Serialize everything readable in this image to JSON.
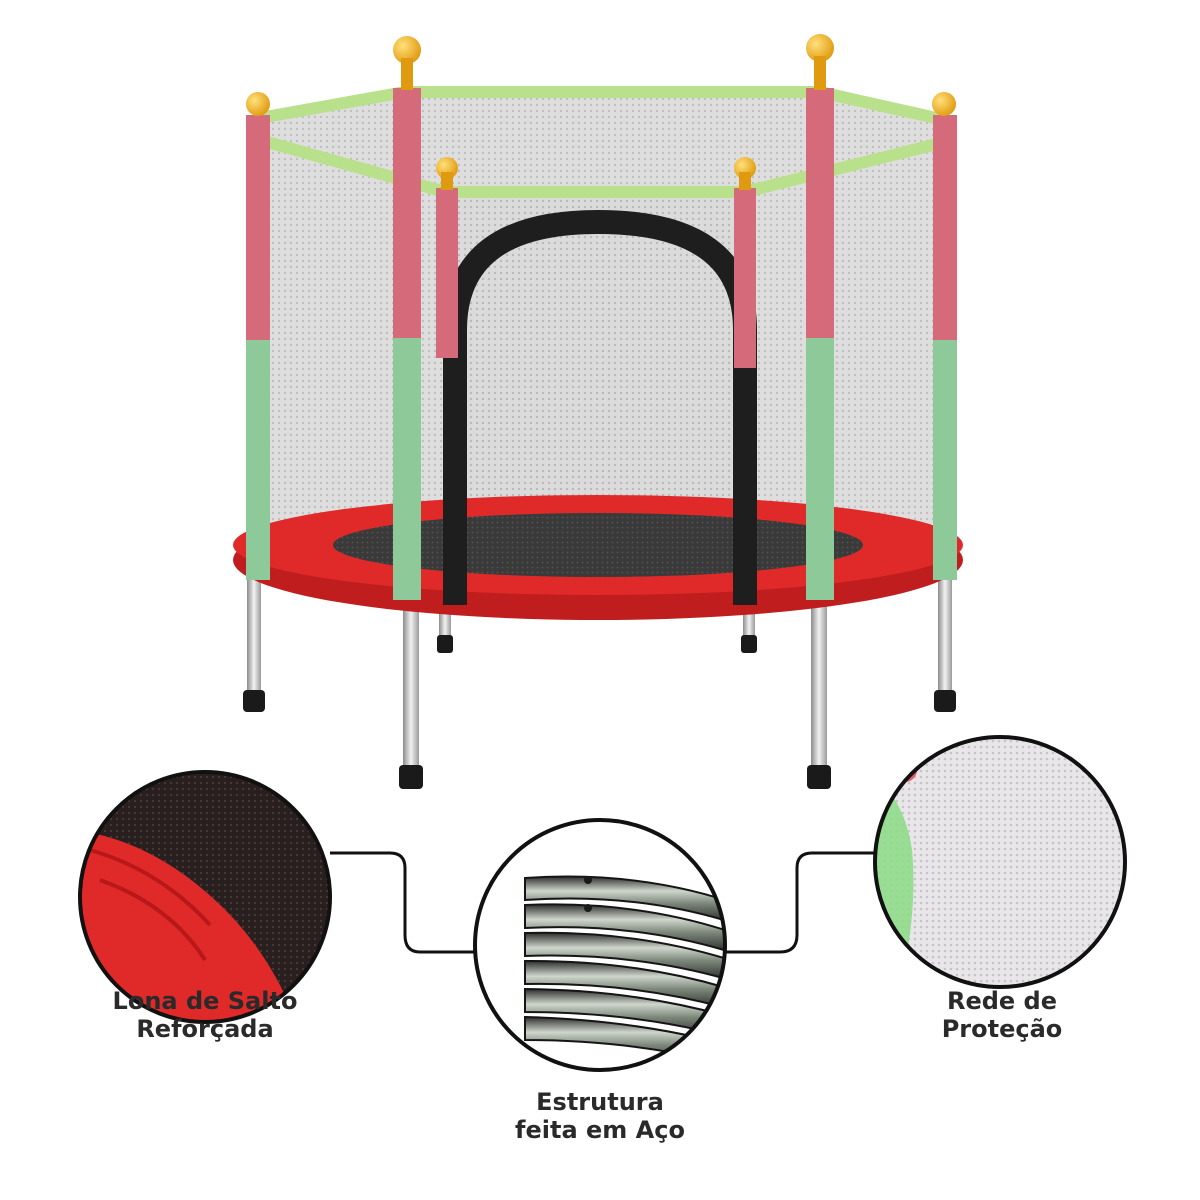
{
  "features": [
    {
      "id": "jump-mat",
      "line1": "Lona de Salto",
      "line2": "Reforçada"
    },
    {
      "id": "steel-frame",
      "line1": "Estrutura",
      "line2": "feita em Aço"
    },
    {
      "id": "safety-net",
      "line1": "Rede de",
      "line2": "Proteção"
    }
  ],
  "colors": {
    "pad_red": "#e02a2a",
    "pole_pink": "#d46a7a",
    "pole_green": "#8ec99a",
    "top_band": "#b9e08a",
    "cap_yellow": "#f2b21b",
    "net_gray": "#c9c9c9",
    "mat_dark": "#2b2b2b",
    "connector_line": "#111111"
  }
}
